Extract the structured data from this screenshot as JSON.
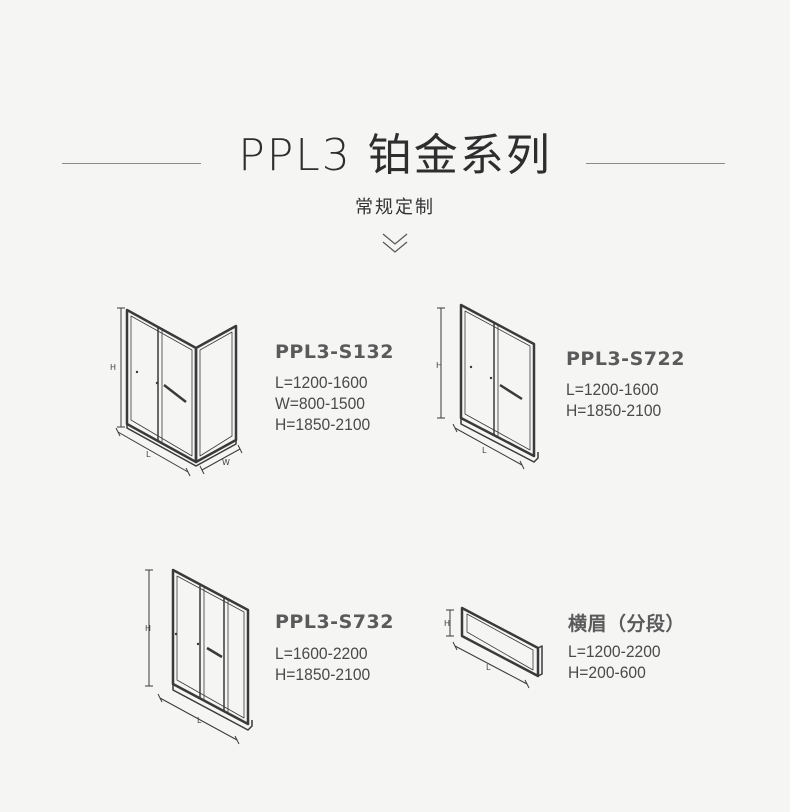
{
  "header": {
    "title": "PPL3 铂金系列",
    "subtitle": "常规定制"
  },
  "products": [
    {
      "name": "PPL3-S132",
      "specs": [
        "L=1200-1600",
        "W=800-1500",
        "H=1850-2100"
      ],
      "dim_labels": [
        "H",
        "L",
        "W"
      ]
    },
    {
      "name": "PPL3-S722",
      "specs": [
        "L=1200-1600",
        "H=1850-2100"
      ],
      "dim_labels": [
        "H",
        "L"
      ]
    },
    {
      "name": "PPL3-S732",
      "specs": [
        "L=1600-2200",
        "H=1850-2100"
      ],
      "dim_labels": [
        "H",
        "L"
      ]
    },
    {
      "name": "横眉（分段）",
      "specs": [
        "L=1200-2200",
        "H=200-600"
      ],
      "dim_labels": [
        "H",
        "L"
      ]
    }
  ],
  "colors": {
    "background": "#f5f5f4",
    "line": "#8a8a8a",
    "frame": "#3a3a3a"
  }
}
